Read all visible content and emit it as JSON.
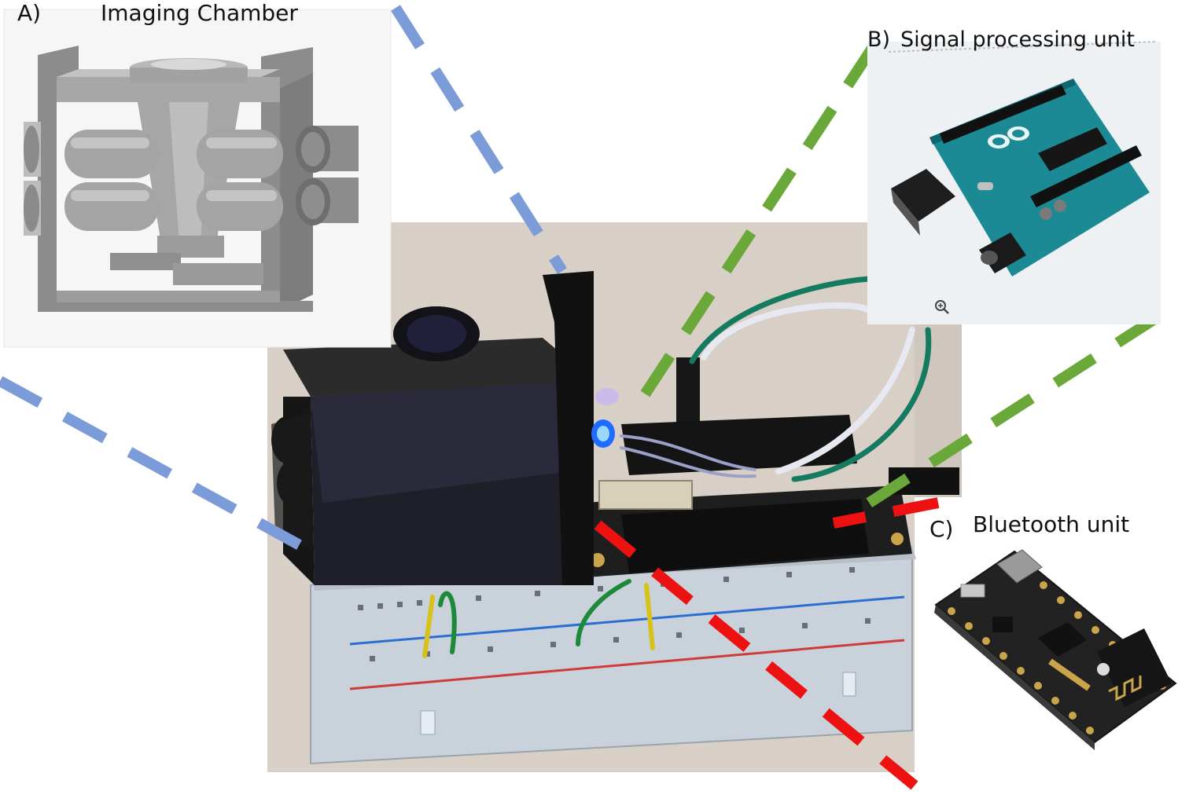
{
  "panels": {
    "a": {
      "letter": "A)",
      "title": "Imaging Chamber"
    },
    "b": {
      "letter": "B)",
      "title": "Signal processing unit"
    },
    "c": {
      "letter": "C)",
      "title": "Bluetooth unit"
    }
  },
  "colors": {
    "connector_a": "#7b9cd8",
    "connector_b": "#6aa83a",
    "connector_c": "#ee1111",
    "arduino_board": "#1b8a94",
    "feather_board": "#222222",
    "sensor_board": "#c0151a",
    "chamber_print": "#1a1a1a",
    "cad_gray": "#9a9a9a"
  },
  "icons": [
    "zoom-in-icon"
  ]
}
